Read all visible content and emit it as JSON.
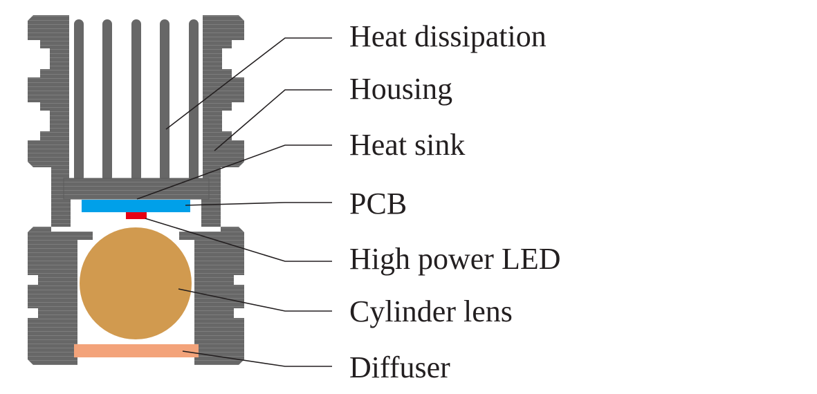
{
  "colors": {
    "housing": "#676767",
    "housing_line": "#8a8a8a",
    "fin": "#676767",
    "heat_sink_plate": "#6a6a6a",
    "pcb": "#00a0e9",
    "led": "#e60012",
    "cylinder_lens": "#d19a4f",
    "diffuser": "#f3a37a",
    "label_text": "#231f20"
  },
  "labels": [
    {
      "id": "heat-dissipation",
      "text": "Heat dissipation"
    },
    {
      "id": "housing",
      "text": "Housing"
    },
    {
      "id": "heat-sink",
      "text": "Heat sink"
    },
    {
      "id": "pcb",
      "text": "PCB"
    },
    {
      "id": "high-power-led",
      "text": "High power LED"
    },
    {
      "id": "cylinder-lens",
      "text": "Cylinder lens"
    },
    {
      "id": "diffuser",
      "text": "Diffuser"
    }
  ]
}
